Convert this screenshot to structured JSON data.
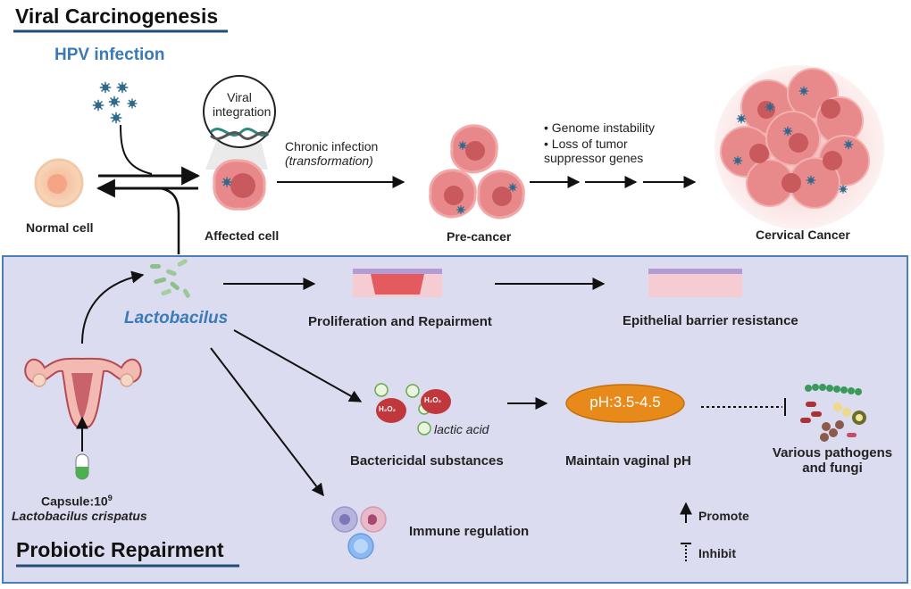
{
  "top_title": "Viral Carcinogenesis",
  "bottom_title": "Probiotic Repairment",
  "hpv_infection": "HPV infection",
  "viral_integration_line1": "Viral",
  "viral_integration_line2": "integration",
  "chronic_infection_line1": "Chronic infection",
  "chronic_infection_line2": "(transformation)",
  "genome_instability": "• Genome instability",
  "loss_line1": "• Loss of tumor",
  "loss_line2": "suppressor genes",
  "normal_cell": "Normal cell",
  "affected_cell": "Affected cell",
  "pre_cancer": "Pre-cancer",
  "cervical_cancer": "Cervical Cancer",
  "lactobacilus": "Lactobacilus",
  "proliferation": "Proliferation and Repairment",
  "epithelial": "Epithelial barrier resistance",
  "h2o2": "H₂O₂",
  "lactic_acid": "lactic acid",
  "bactericidal": "Bactericidal substances",
  "ph_label": "pH:3.5-4.5",
  "maintain_ph": "Maintain vaginal pH",
  "pathogens_line1": "Various pathogens",
  "pathogens_line2": "and fungi",
  "capsule_text": "Capsule:10",
  "capsule_sup": "9",
  "lacto_crispatus": "Lactobacilus crispatus",
  "immune_regulation": "Immune regulation",
  "legend_promote": "Promote",
  "legend_inhibit": "Inhibit",
  "colors": {
    "title_underline": "#1f4e79",
    "accent_blue": "#3a7ab8",
    "panel_bg": "#dcdcf0",
    "cell_pink": "#e8888a",
    "cell_nucleus": "#c85a5e",
    "ph_orange": "#e88a1a",
    "virus_blue": "#2d6a8e"
  }
}
